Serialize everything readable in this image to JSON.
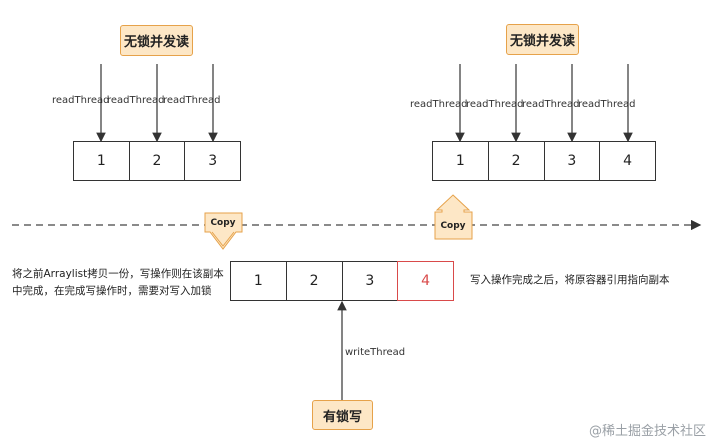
{
  "left_group": {
    "lock_label": "无锁并发读",
    "thread_labels": [
      "readThread",
      "readThread",
      "readThread"
    ],
    "cells": [
      "1",
      "2",
      "3"
    ]
  },
  "right_group": {
    "lock_label": "无锁并发读",
    "thread_labels": [
      "readThread",
      "readThread",
      "readThread",
      "readThread"
    ],
    "cells": [
      "1",
      "2",
      "3",
      "4"
    ]
  },
  "copy_arrows": {
    "down_label": "Copy",
    "up_label": "Copy"
  },
  "middle": {
    "cells": [
      "1",
      "2",
      "3",
      "4"
    ],
    "left_note_line1": "将之前Arraylist拷贝一份，写操作则在该副本",
    "left_note_line2": "中完成，在完成写操作时，需要对写入加锁",
    "right_note": "写入操作完成之后，将原容器引用指向副本",
    "write_thread": "writeThread",
    "lock_label": "有锁写"
  },
  "watermark": "@稀土掘金技术社区",
  "colors": {
    "orange_fill": "#fde7c6",
    "orange_border": "#e6a24a",
    "new_cell": "#d94a4a"
  }
}
